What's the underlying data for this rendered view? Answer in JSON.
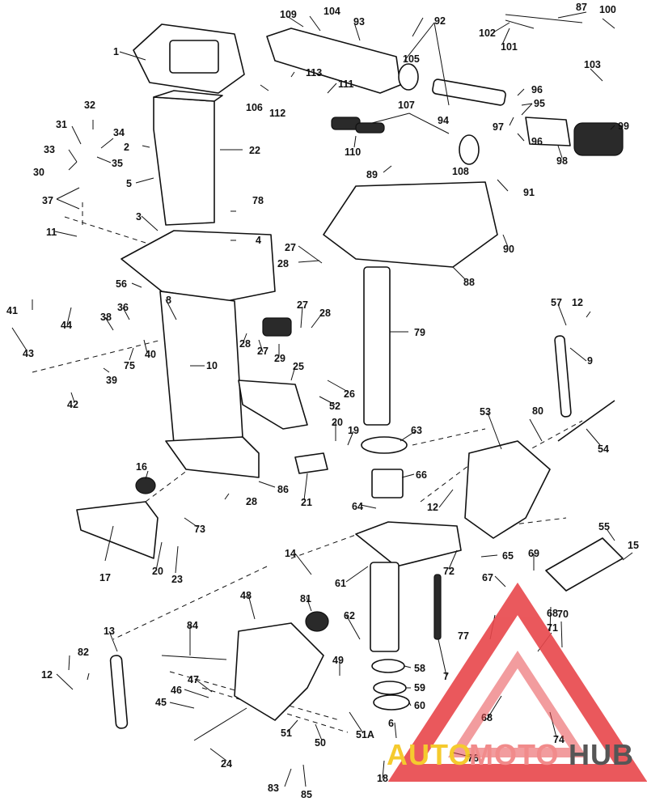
{
  "labels": {
    "l1": "1",
    "l2": "2",
    "l3": "3",
    "l4": "4",
    "l5": "5",
    "l6": "6",
    "l7": "7",
    "l8": "8",
    "l9": "9",
    "l10": "10",
    "l11": "11",
    "l12a": "12",
    "l12b": "12",
    "l12c": "12",
    "l13": "13",
    "l14": "14",
    "l15": "15",
    "l16": "16",
    "l17": "17",
    "l18": "18",
    "l19": "19",
    "l20a": "20",
    "l20b": "20",
    "l21": "21",
    "l22": "22",
    "l23": "23",
    "l24": "24",
    "l25": "25",
    "l26": "26",
    "l27a": "27",
    "l27b": "27",
    "l27c": "27",
    "l28a": "28",
    "l28b": "28",
    "l28c": "28",
    "l28d": "28",
    "l29": "29",
    "l30": "30",
    "l31": "31",
    "l32": "32",
    "l33": "33",
    "l34": "34",
    "l35": "35",
    "l36": "36",
    "l37": "37",
    "l38": "38",
    "l39": "39",
    "l40": "40",
    "l41": "41",
    "l42": "42",
    "l43": "43",
    "l44": "44",
    "l45": "45",
    "l46": "46",
    "l47": "47",
    "l48": "48",
    "l49": "49",
    "l50": "50",
    "l51": "51",
    "l51a": "51A",
    "l52": "52",
    "l53": "53",
    "l54": "54",
    "l55": "55",
    "l56": "56",
    "l57": "57",
    "l58": "58",
    "l59": "59",
    "l60": "60",
    "l61": "61",
    "l62": "62",
    "l63": "63",
    "l64": "64",
    "l65": "65",
    "l66": "66",
    "l67": "67",
    "l68a": "68",
    "l68b": "68",
    "l69": "69",
    "l70": "70",
    "l71": "71",
    "l72": "72",
    "l73": "73",
    "l74": "74",
    "l75": "75",
    "l76": "76",
    "l77": "77",
    "l78": "78",
    "l79": "79",
    "l80": "80",
    "l81": "81",
    "l82": "82",
    "l83": "83",
    "l84": "84",
    "l85": "85",
    "l86": "86",
    "l87": "87",
    "l88": "88",
    "l89": "89",
    "l90": "90",
    "l91": "91",
    "l92": "92",
    "l93": "93",
    "l94": "94",
    "l95": "95",
    "l96a": "96",
    "l96b": "96",
    "l97": "97",
    "l98": "98",
    "l99": "99",
    "l100": "100",
    "l101": "101",
    "l102": "102",
    "l103": "103",
    "l104": "104",
    "l105": "105",
    "l106": "106",
    "l107": "107",
    "l108": "108",
    "l109": "109",
    "l110": "110",
    "l111": "111",
    "l112": "112",
    "l113": "113"
  },
  "watermark": {
    "auto": "AUTO",
    "moto": "MOTO",
    "hub": "HUB",
    "colors": {
      "auto": "#f5c518",
      "moto": "#f07f7f",
      "hub": "#444444",
      "triangle": "#e8474b"
    }
  }
}
